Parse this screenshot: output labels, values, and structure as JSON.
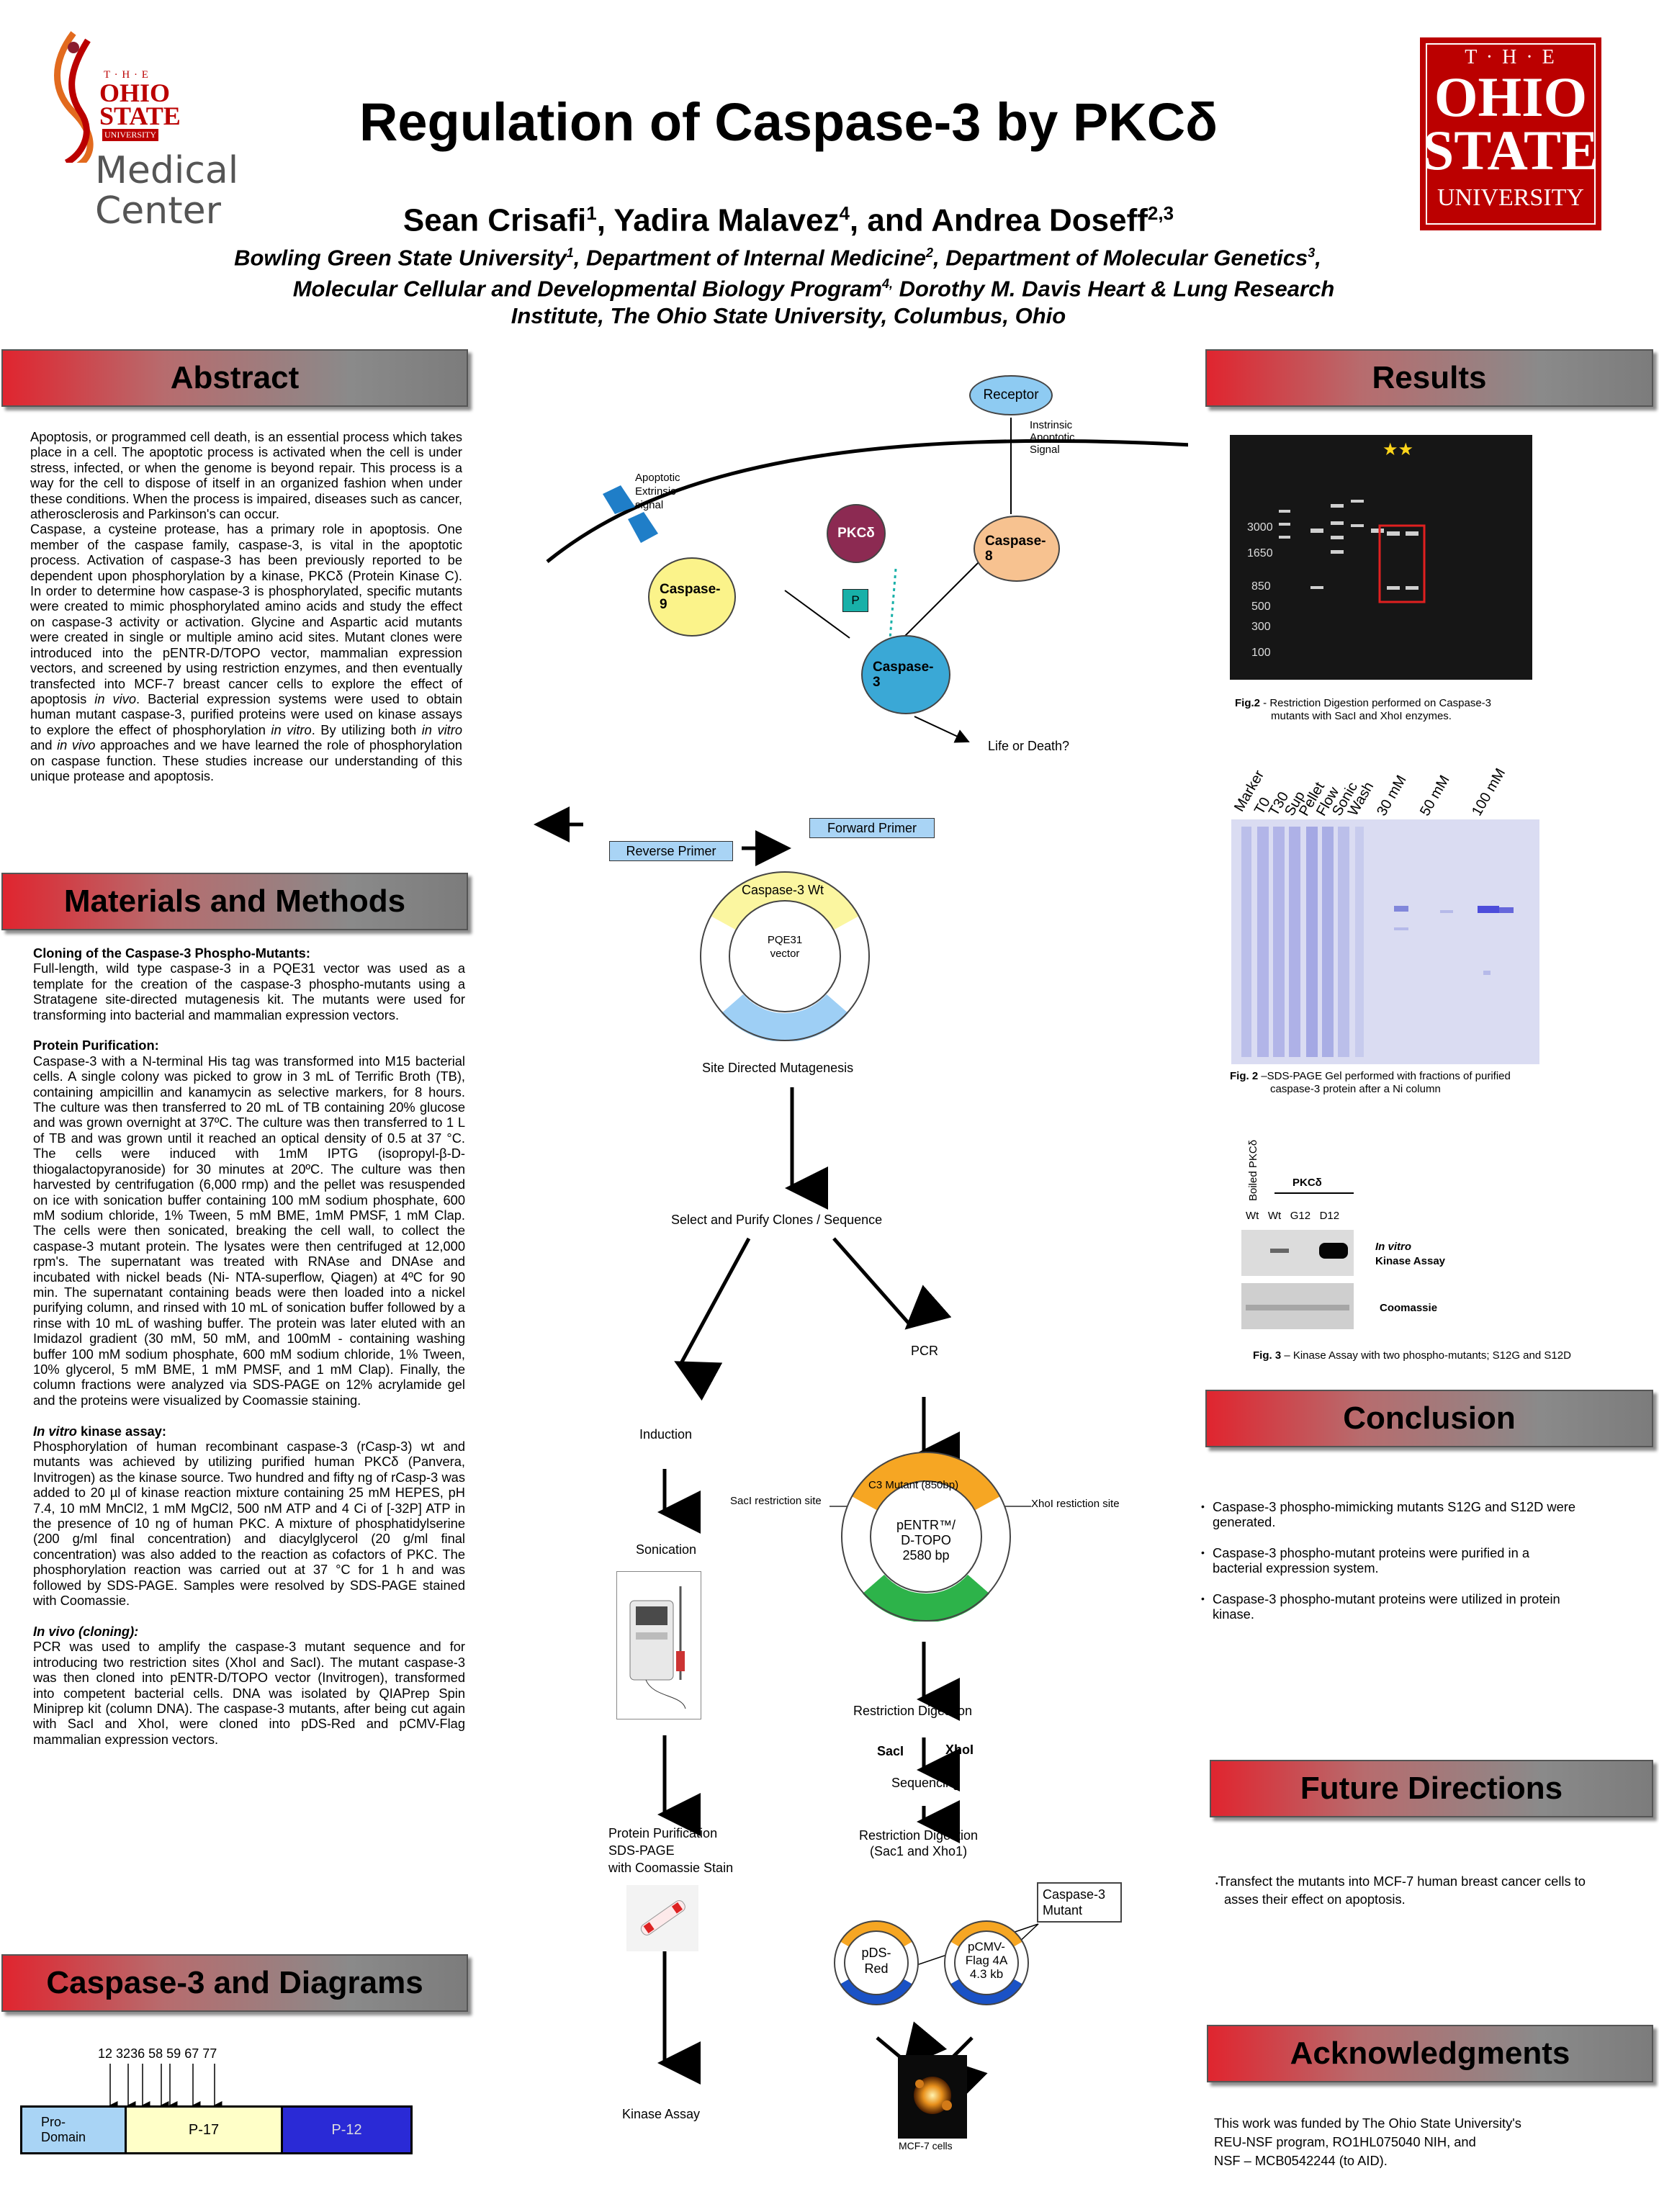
{
  "header": {
    "title": "Regulation of Caspase-3 by PKCδ",
    "authors": [
      {
        "name": "Sean Crisafi",
        "sup": "1"
      },
      {
        "name": "Yadira Malavez",
        "sup": "4"
      },
      {
        "name": "Andrea Doseff",
        "sup": "2,3"
      }
    ],
    "author_sep": ", ",
    "author_and": "and ",
    "affil_line1_a": "Bowling Green State University",
    "affil_line1_a_sup": "1",
    "affil_line1_b": ", Department of Internal Medicine",
    "affil_line1_b_sup": "2",
    "affil_line1_c": ", Department of Molecular Genetics",
    "affil_line1_c_sup": "3",
    "affil_line1_end": ",",
    "affil_line2_a": "Molecular Cellular and Developmental Biology Program",
    "affil_line2_a_sup": "4,",
    "affil_line2_b": " Dorothy M. Davis Heart & Lung Research",
    "affil_line3": "Institute, The Ohio State University, Columbus, Ohio",
    "left_logo": {
      "the": "T · H · E",
      "ohio": "OHIO",
      "state": "STATE",
      "university": "UNIVERSITY",
      "medical": "Medical",
      "center": "Center"
    },
    "right_logo": {
      "the": "T · H · E",
      "ohio": "OHIO",
      "state": "STATE",
      "university": "UNIVERSITY"
    }
  },
  "colors": {
    "brand_red": "#bb0000",
    "accent_blue": "#a9d4f5",
    "header_red": "#e0252f",
    "header_gray": "#7c7c7c"
  },
  "sections": {
    "abstract": "Abstract",
    "methods": "Materials and Methods",
    "caspase_diagrams": "Caspase-3 and Diagrams",
    "results": "Results",
    "conclusion": "Conclusion",
    "future": "Future Directions",
    "acknowledgments": "Acknowledgments"
  },
  "abstract": {
    "p1": "Apoptosis, or programmed cell death, is an essential process which takes place in a cell. The apoptotic process is activated when the cell is under stress, infected, or when the genome is beyond repair. This process is a way for the cell to dispose of itself in an organized fashion when under these conditions. When the process is impaired, diseases such as cancer, atherosclerosis and Parkinson's can occur.",
    "p2a": "Caspase, a cysteine protease, has a primary role in apoptosis. One member of the caspase family, caspase-3, is vital in the apoptotic process. Activation of caspase-3 has been previously reported to be dependent upon phosphorylation by a kinase, PKCδ (Protein Kinase C). In order to determine how caspase-3 is phosphorylated, specific mutants were created to mimic phosphorylated amino acids and study the effect on caspase-3 activity or activation. Glycine and Aspartic acid mutants were created in single or multiple amino acid sites. Mutant clones were introduced into the pENTR-D/TOPO vector, mammalian expression vectors, and screened by using restriction enzymes, and then eventually transfected into MCF-7 breast cancer cells to explore the effect of apoptosis ",
    "p2_invivo": "in vivo",
    "p2b": ". Bacterial expression systems were used to obtain human mutant caspase-3, purified proteins were used on kinase assays to explore the effect of phosphorylation ",
    "p2_invitro": "in vitro",
    "p2c": ". By utilizing both ",
    "p2_invitro2": "in vitro",
    "p2d": " and ",
    "p2_invivo2": "in vivo",
    "p2e": " approaches and we have learned the role of phosphorylation on caspase function. These studies increase our understanding of this unique protease and apoptosis."
  },
  "methods": {
    "cloning_title": "Cloning of the Caspase-3 Phospho-Mutants:",
    "cloning_text": "Full-length, wild type caspase-3 in a PQE31 vector was used as a template for the creation of the caspase-3 phospho-mutants using a Stratagene site-directed mutagenesis kit. The mutants were used for transforming into bacterial and mammalian expression vectors.",
    "purif_title": "Protein Purification:",
    "purif_text": "Caspase-3 with a N-terminal His tag was transformed into M15 bacterial cells. A single colony was picked to grow in 3 mL of Terrific Broth (TB), containing ampicillin and kanamycin as selective markers, for 8 hours. The culture was then transferred to 20 mL of TB containing 20% glucose and was grown overnight at 37ºC. The culture was then transferred to 1 L of TB and was grown until it reached an optical density of 0.5 at 37 °C. The cells were induced with 1mM IPTG (isopropyl-β-D-thiogalactopyranoside) for 30 minutes at 20ºC. The culture was then harvested by centrifugation (6,000 rmp) and the pellet was resuspended on ice with sonication buffer containing 100 mM sodium phosphate, 600 mM sodium chloride, 1% Tween, 5 mM BME, 1mM PMSF, 1 mM Clap. The cells were then sonicated, breaking the cell wall, to collect the caspase-3 mutant protein. The lysates were then centrifuged at 12,000 rpm's. The supernatant was treated with RNAse and DNAse and incubated with nickel beads (Ni- NTA-superflow, Qiagen) at 4ºC for 90 min. The supernatant containing beads were then loaded into a nickel purifying column, and rinsed with 10 mL of sonication buffer followed by a rinse with 10 mL of washing buffer. The protein was later eluted with an Imidazol gradient (30 mM, 50 mM, and 100mM - containing washing buffer 100 mM sodium phosphate, 600 mM sodium chloride, 1% Tween, 10% glycerol, 5 mM BME, 1 mM PMSF, and 1 mM Clap). Finally, the column fractions were analyzed via SDS-PAGE on 12% acrylamide gel and the proteins were visualized by Coomassie staining.",
    "kinase_title_i": "In vitro",
    "kinase_title_rest": " kinase assay:",
    "kinase_text": "Phosphorylation of human recombinant caspase-3 (rCasp-3) wt and mutants was achieved by utilizing purified human PKCδ (Panvera, Invitrogen) as the kinase source. Two hundred and fifty ng of rCasp-3 was added to 20 µl of kinase reaction mixture containing 25 mM HEPES, pH 7.4, 10 mM MnCl2, 1 mM MgCl2, 500 nM ATP and 4 Ci of [-32P] ATP in the presence of 10 ng of human PKC. A mixture of phosphatidylserine (200 g/ml final concentration) and diacylglycerol (20 g/ml final concentration) was also added to the reaction as cofactors of PKC. The phosphorylation reaction was carried out at 37 °C for 1 h and was followed by SDS-PAGE. Samples were resolved by SDS-PAGE stained with Coomassie.",
    "invivo_title": "In vivo (cloning):",
    "invivo_text": "PCR was used to amplify the caspase-3 mutant sequence and for introducing two restriction sites (XhoI and SacI). The mutant caspase-3 was then cloned into pENTR-D/TOPO vector (Invitrogen), transformed into competent bacterial cells. DNA was isolated by QIAPrep Spin Miniprep kit (column DNA). The caspase-3 mutants, after being cut again with SacI and XhoI, were cloned into pDS-Red and pCMV-Flag mammalian expression vectors."
  },
  "domain_map": {
    "positions": [
      "12",
      "32",
      "36",
      "58",
      "59",
      "67",
      "77"
    ],
    "segments": [
      {
        "label": "Pro-Domain",
        "line1": "Pro-",
        "line2": "Domain",
        "color": "#a9d4f5"
      },
      {
        "label": "P-17",
        "color": "#ffffc8"
      },
      {
        "label": "P-12",
        "color": "#2a2ad6"
      }
    ]
  },
  "pathway": {
    "receptor": "Receptor",
    "intrinsic": [
      "Instrinsic",
      "Apoptotic",
      "Signal"
    ],
    "extrinsic": [
      "Apoptotic",
      "Extrinsic",
      "signal"
    ],
    "pkc": "PKCδ",
    "p": "P",
    "caspase8": [
      "Caspase-",
      "8"
    ],
    "caspase9": [
      "Caspase-",
      "9"
    ],
    "caspase3": [
      "Caspase-",
      "3"
    ],
    "outcome": "Life or Death?"
  },
  "flow": {
    "reverse_primer": "Reverse Primer",
    "forward_primer": "Forward Primer",
    "caspase_wt": "Caspase-3 Wt",
    "pqe31": [
      "PQE31",
      "vector"
    ],
    "site_directed": "Site Directed Mutagenesis",
    "select_purify": "Select and Purify Clones / Sequence",
    "induction": "Induction",
    "pcr": "PCR",
    "sonication": "Sonication",
    "c3_mutant": "C3 Mutant (850bp)",
    "saci_site": "SacI restriction site",
    "xhoi_site": "XhoI restiction site",
    "pentr": [
      "pENTR™/",
      "D-TOPO",
      "2580 bp"
    ],
    "restriction_digestion": "Restriction Digestion",
    "saci": "SacI",
    "xhoi": "XhoI",
    "sequencing": "Sequencing",
    "protein_purification": [
      "Protein Purification",
      "SDS-PAGE",
      "with Coomassie Stain"
    ],
    "restriction_digestion2": [
      "Restriction Digestion",
      "(Sac1 and Xho1)"
    ],
    "caspase3_mutant": [
      "Caspase-3",
      "Mutant"
    ],
    "pdsred": [
      "pDS-",
      "Red"
    ],
    "pcmv": [
      "pCMV-",
      "Flag 4A",
      "4.3 kb"
    ],
    "kinase_assay": "Kinase Assay",
    "mcf7": "MCF-7 cells"
  },
  "results": {
    "gel1_ladder": [
      "3000",
      "1650",
      "850",
      "500",
      "300",
      "100"
    ],
    "gel1_stars": "★★",
    "fig2a_label": "Fig.2",
    "fig2a_caption": " - Restriction Digestion performed on Caspase-3",
    "fig2a_caption2": "mutants with SacI and XhoI enzymes.",
    "gel2_lanes": [
      "Marker",
      "T0",
      "T30",
      "Sup",
      "Pellet",
      "Flow",
      "Sonic",
      "Wash",
      "30 mM",
      "50 mM",
      "100 mM"
    ],
    "fig2b_label": "Fig. 2",
    "fig2b_caption": " –SDS-PAGE Gel performed with fractions of purified",
    "fig2b_caption2": "caspase-3 protein after a Ni column",
    "fig3_boiled": "Boiled PKCδ",
    "fig3_pkc": "PKCδ",
    "fig3_lanes": [
      "Wt",
      "Wt",
      "G12",
      "D12"
    ],
    "fig3_invitro": "In vitro",
    "fig3_kinase": "Kinase Assay",
    "fig3_coomassie": "Coomassie",
    "fig3_label": "Fig. 3",
    "fig3_caption": " – Kinase Assay with two phospho-mutants; S12G and S12D"
  },
  "conclusion": [
    "Caspase-3 phospho-mimicking mutants S12G and S12D were generated.",
    "Caspase-3 phospho-mutant proteins were purified in a bacterial expression system.",
    "Caspase-3 phospho-mutant proteins were utilized in protein kinase."
  ],
  "future": "Transfect the mutants into MCF-7 human breast cancer cells to asses their effect on apoptosis.",
  "acknowledgments": [
    "This work was funded by The Ohio State University's",
    "REU-NSF program, RO1HL075040 NIH, and",
    "NSF – MCB0542244 (to AID)."
  ]
}
